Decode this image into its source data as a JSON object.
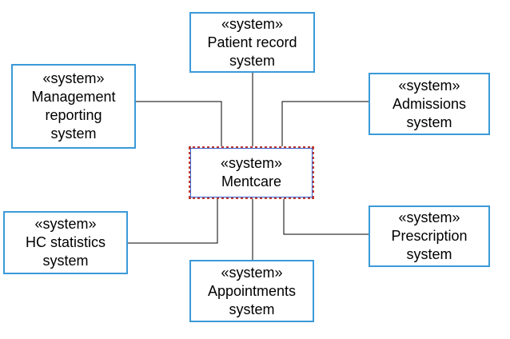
{
  "diagram": {
    "central": {
      "stereotype": "«system»",
      "lines": [
        "Mentcare"
      ]
    },
    "systems": [
      {
        "id": "patient-record",
        "stereotype": "«system»",
        "lines": [
          "Patient record",
          "system"
        ]
      },
      {
        "id": "management-reporting",
        "stereotype": "«system»",
        "lines": [
          "Management",
          "reporting",
          "system"
        ]
      },
      {
        "id": "admissions",
        "stereotype": "«system»",
        "lines": [
          "Admissions",
          "system"
        ]
      },
      {
        "id": "hc-statistics",
        "stereotype": "«system»",
        "lines": [
          "HC statistics",
          "system"
        ]
      },
      {
        "id": "prescription",
        "stereotype": "«system»",
        "lines": [
          "Prescription",
          "system"
        ]
      },
      {
        "id": "appointments",
        "stereotype": "«system»",
        "lines": [
          "Appointments",
          "system"
        ]
      }
    ],
    "colors": {
      "box_border": "#3a9ad9",
      "center_border_outer": "#c0392b",
      "center_border_inner": "#3a5fcd",
      "connector": "#000000"
    }
  }
}
